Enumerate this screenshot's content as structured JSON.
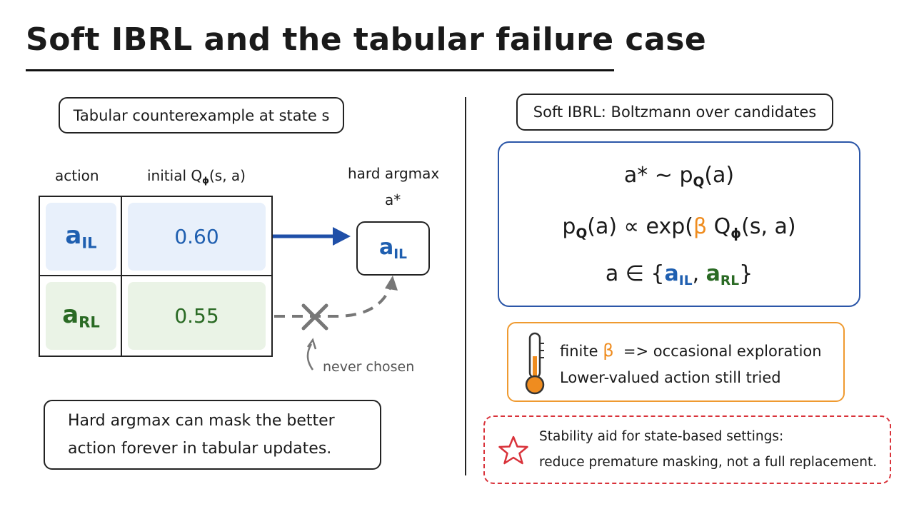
{
  "title": "Soft IBRL and the tabular failure case",
  "left_panel": {
    "label": "Tabular counterexample at state s",
    "col_action": "action",
    "col_value_prefix": "initial Q",
    "col_value_sub": "ϕ",
    "col_value_suffix": "(s, a)",
    "rows": [
      {
        "action_base": "a",
        "action_sub": "IL",
        "value": "0.60"
      },
      {
        "action_base": "a",
        "action_sub": "RL",
        "value": "0.55"
      }
    ],
    "result_label": "hard argmax",
    "result_symbol": "a*",
    "result_base": "a",
    "result_sub": "IL",
    "never_chosen": "never chosen",
    "note_line1": "Hard argmax can mask the better",
    "note_line2": "action forever in tabular updates."
  },
  "right_panel": {
    "label": "Soft IBRL: Boltzmann over candidates",
    "f1_lhs": "a* ∼ p",
    "f1_sub": "Q",
    "f1_rhs": "(a)",
    "f2_p": "p",
    "f2_sub": "Q",
    "f2_mid": "(a) ∝ exp(",
    "f2_beta": "β",
    "f2_q": " Q",
    "f2_qsub": "ϕ",
    "f2_end": "(s, a)",
    "f3_pre": "a ∈ {",
    "f3_a1": "a",
    "f3_a1_sub": "IL",
    "f3_comma": ", ",
    "f3_a2": "a",
    "f3_a2_sub": "RL",
    "f3_post": "}",
    "thermo_pre": "finite ",
    "thermo_beta": "β",
    "thermo_post": "  => occasional exploration",
    "thermo_line2": "Lower-valued action still tried",
    "star_line1": "Stability aid for state-based settings:",
    "star_line2": "reduce premature masking, not a full replacement."
  },
  "colors": {
    "il_blue": "#1f5fb0",
    "rl_green": "#2a6a24",
    "beta_orange": "#ef8c1f",
    "arrow_blue": "#1f4fa8",
    "star_red": "#d9323a"
  }
}
